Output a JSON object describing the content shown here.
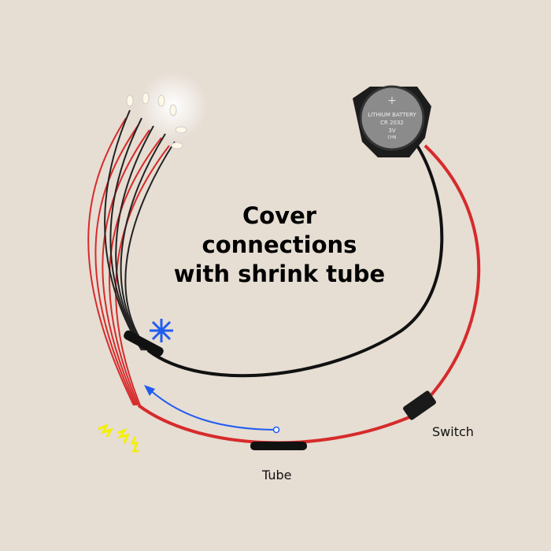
{
  "headline": {
    "line1": "Cover",
    "line2": "connections",
    "line3": "with shrink tube"
  },
  "labels": {
    "switch": "Switch",
    "tube": "Tube"
  },
  "battery": {
    "plus": "+",
    "line1": "LITHIUM BATTERY",
    "line2": "CR 2032",
    "line3": "3V",
    "line4": "CHN"
  },
  "colors": {
    "background": "#e6ddd3",
    "red_wire": "#d62b2b",
    "black_wire": "#111111",
    "accent_blue": "#1f5cf0",
    "spark_yellow": "#f5f000"
  }
}
